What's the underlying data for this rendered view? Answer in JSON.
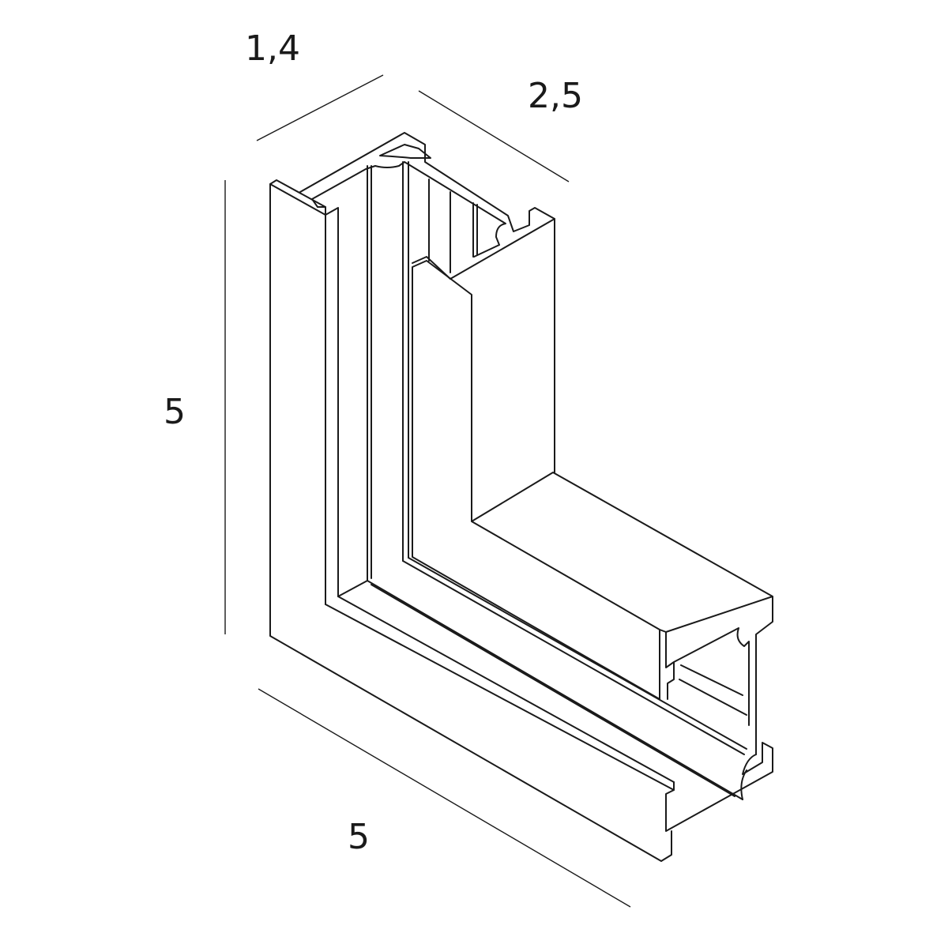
{
  "dimensions": {
    "depth_top": "1,4",
    "width_top": "2,5",
    "height_left": "5",
    "length_bottom": "5"
  },
  "colors": {
    "line": "#1a1a1a",
    "background": "#ffffff"
  }
}
